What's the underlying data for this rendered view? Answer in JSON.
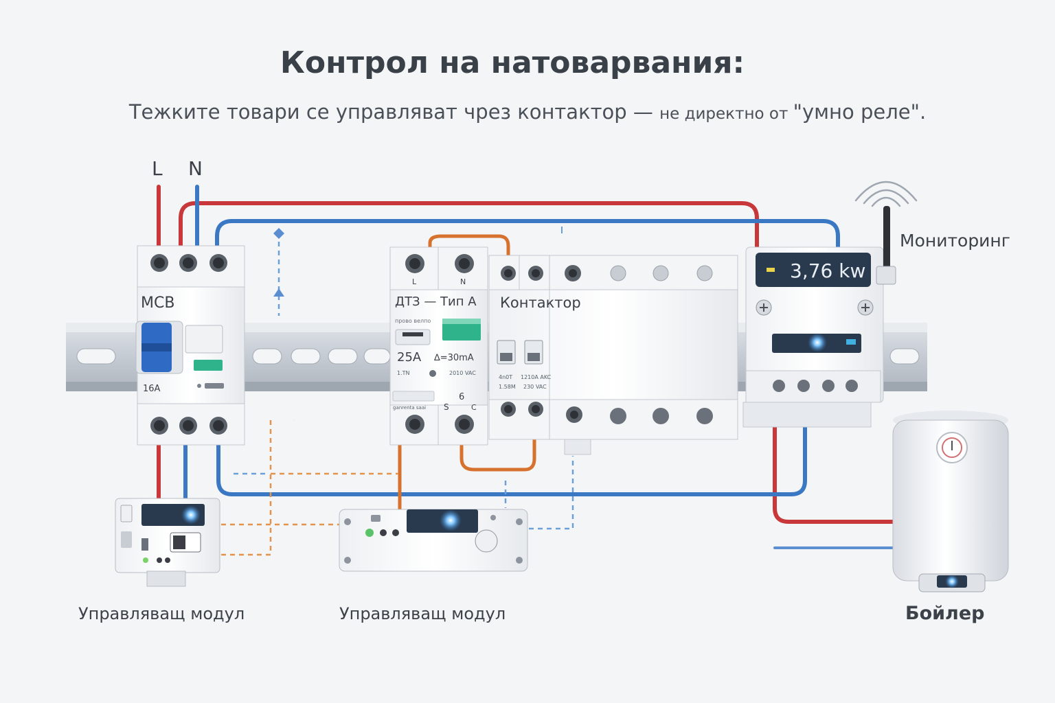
{
  "header": {
    "title": "Контрол на натоварвания:",
    "subtitle_main": "Тежките товари се управляват чрез контактор — ",
    "subtitle_small": "не директно от ",
    "subtitle_end": "\"умно реле\"."
  },
  "supply": {
    "l_label": "L",
    "n_label": "N"
  },
  "mcb": {
    "label": "MCB",
    "rating": "16A"
  },
  "rcd": {
    "title": "ДТЗ — Тип А",
    "terminal_l": "L",
    "terminal_n": "N",
    "tiny_text": "прово велпо",
    "rating": "25A",
    "sensitivity": "∆=30mA",
    "row_left": "1.TN",
    "row_right": "2010 VAC",
    "bottom_mark": "S",
    "bottom_c": "C",
    "bottom_num": "6",
    "bottom_tiny": "ganrenta saai"
  },
  "contactor": {
    "title": "Контактор",
    "spec1_left": "4n0T",
    "spec1_right": "1210A AKC",
    "spec2_left": "1.58M",
    "spec2_right": "230 VAC"
  },
  "meter": {
    "reading": "3,76 kw"
  },
  "monitoring": {
    "label": "Мониторинг"
  },
  "modules": [
    {
      "label": "Управляващ модул"
    },
    {
      "label": "Управляващ модул"
    }
  ],
  "boiler": {
    "label": "Бойлер"
  },
  "colors": {
    "live": "#c8383a",
    "neutral": "#3a78c4",
    "bridge": "#d7722e",
    "control_orange": "#e4934a",
    "control_blue": "#6a9fd8",
    "screen": "#2a3a4e",
    "accent_green": "#2fb38a"
  }
}
